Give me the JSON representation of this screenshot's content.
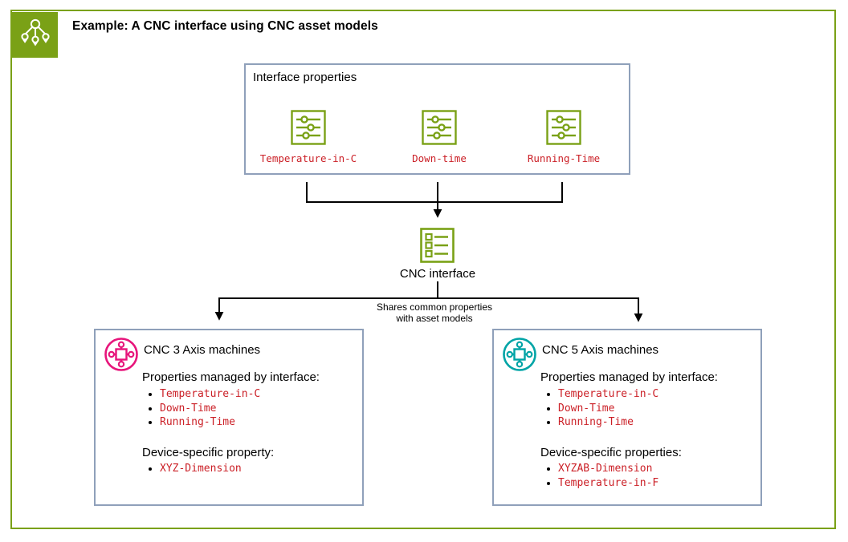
{
  "header": {
    "title": "Example: A CNC interface using CNC asset models"
  },
  "colors": {
    "accent_green": "#7AA116",
    "box_border_blue": "#8FA0BA",
    "property_red": "#CB2027",
    "cnc3_icon_pink": "#E7157B",
    "cnc5_icon_teal": "#00A4A6",
    "arrow_black": "#000000"
  },
  "interface_box": {
    "title": "Interface properties",
    "properties": [
      {
        "icon": "sliders-icon",
        "label": "Temperature-in-C"
      },
      {
        "icon": "sliders-icon",
        "label": "Down-time"
      },
      {
        "icon": "sliders-icon",
        "label": "Running-Time"
      }
    ]
  },
  "cnc_interface": {
    "icon": "checklist-icon",
    "label": "CNC interface"
  },
  "share_note": {
    "line1": "Shares common properties",
    "line2": "with asset models"
  },
  "machines": [
    {
      "title": "CNC 3 Axis machines",
      "icon": "asset-model-icon",
      "icon_color": "#E7157B",
      "managed_heading": "Properties managed by interface:",
      "managed_properties": [
        "Temperature-in-C",
        "Down-Time",
        "Running-Time"
      ],
      "device_heading": "Device-specific property:",
      "device_properties": [
        "XYZ-Dimension"
      ]
    },
    {
      "title": "CNC 5 Axis machines",
      "icon": "asset-model-icon",
      "icon_color": "#00A4A6",
      "managed_heading": "Properties managed by interface:",
      "managed_properties": [
        "Temperature-in-C",
        "Down-Time",
        "Running-Time"
      ],
      "device_heading": "Device-specific properties:",
      "device_properties": [
        "XYZAB-Dimension",
        "Temperature-in-F"
      ]
    }
  ]
}
